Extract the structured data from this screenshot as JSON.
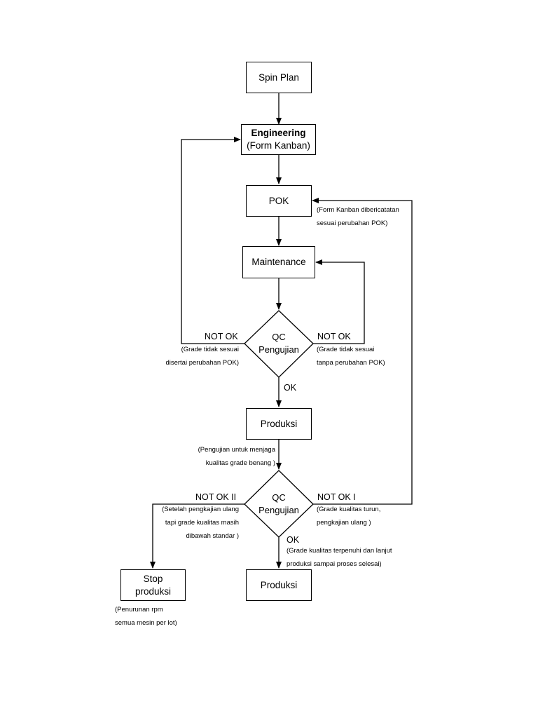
{
  "nodes": {
    "spin_plan": "Spin Plan",
    "engineering_title": "Engineering",
    "engineering_sub": "(Form Kanban)",
    "pok": "POK",
    "maintenance": "Maintenance",
    "qc1_line1": "QC",
    "qc1_line2": "Pengujian",
    "produksi1": "Produksi",
    "qc2_line1": "QC",
    "qc2_line2": "Pengujian",
    "produksi2": "Produksi",
    "stop_line1": "Stop",
    "stop_line2": "produksi"
  },
  "labels": {
    "qc1_not_ok_left": "NOT OK",
    "qc1_not_ok_right": "NOT OK",
    "qc1_ok": "OK",
    "qc2_not_ok_left": "NOT OK II",
    "qc2_not_ok_right": "NOT OK I",
    "qc2_ok": "OK"
  },
  "notes": {
    "pok_note_1": "(Form Kanban dibericatatan",
    "pok_note_2": "sesuai perubahan POK)",
    "qc1_left_1": "(Grade tidak sesuai",
    "qc1_left_2": "disertai perubahan POK)",
    "qc1_right_1": "(Grade tidak sesuai",
    "qc1_right_2": "tanpa perubahan POK)",
    "produksi_note_1": "(Pengujian untuk menjaga",
    "produksi_note_2": "kualitas grade benang )",
    "qc2_left_1": "(Setelah pengkajian ulang",
    "qc2_left_2": "tapi grade kualitas masih",
    "qc2_left_3": "dibawah standar )",
    "qc2_right_1": "(Grade kualitas turun,",
    "qc2_right_2": "pengkajian ulang )",
    "qc2_ok_1": "(Grade kualitas terpenuhi dan lanjut",
    "qc2_ok_2": "produksi sampai proses selesai)",
    "stop_note_1": "(Penurunan rpm",
    "stop_note_2": "semua mesin per lot)"
  }
}
